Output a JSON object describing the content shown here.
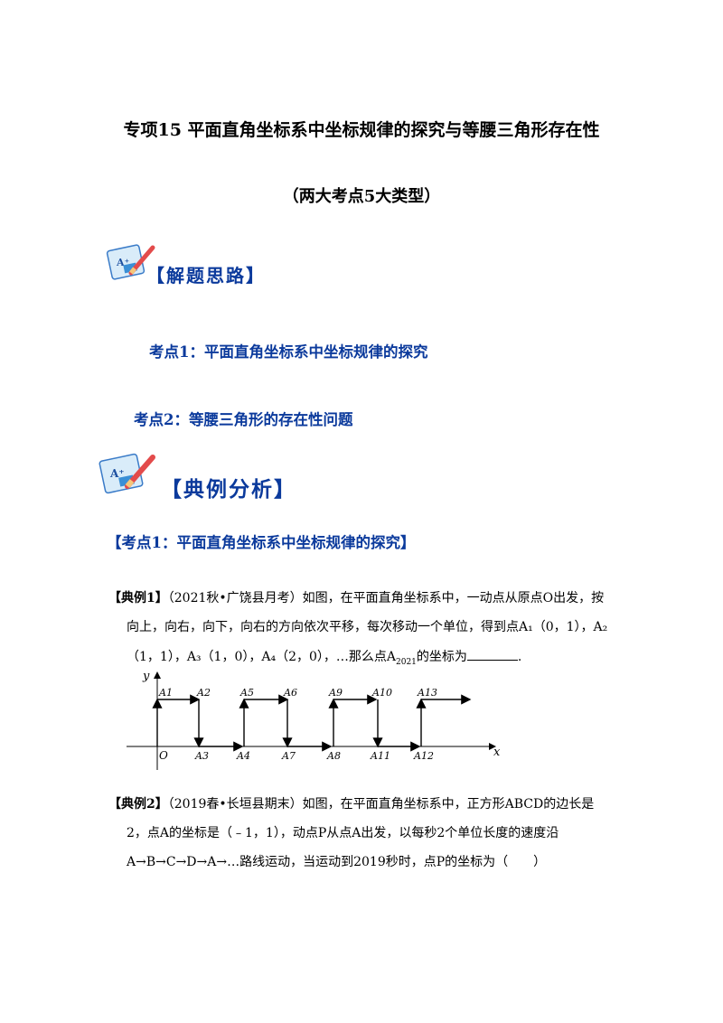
{
  "title_main": "专项15 平面直角坐标系中坐标规律的探究与等腰三角形存在性",
  "title_sub": "（两大考点5大类型）",
  "section1_banner": "【解题思路】",
  "points": [
    "考点1：平面直角坐标系中坐标规律的探究",
    "考点2：等腰三角形的存在性问题"
  ],
  "section2_banner": "【典例分析】",
  "kp1_heading": "【考点1：平面直角坐标系中坐标规律的探究】",
  "ex1": {
    "label": "【典例1】",
    "line1": "（2021秋•广饶县月考）如图，在平面直角坐标系中，一动点从原点O出发，按",
    "line2": "向上，向右，向下，向右的方向依次平移，每次移动一个单位，得到点A₁（0，1），A₂",
    "line3_a": "（1，1），A₃（1，0），A₄（2，0），…那么点A",
    "line3_sub": "2021",
    "line3_b": "的坐标为",
    "line3_end": "."
  },
  "figure": {
    "axis_x": "x",
    "axis_y": "y",
    "origin": "O",
    "top_labels": [
      "A1",
      "A2",
      "A5",
      "A6",
      "A9",
      "A10",
      "A13"
    ],
    "bottom_labels": [
      "A3",
      "A4",
      "A7",
      "A8",
      "A11",
      "A12"
    ]
  },
  "ex2": {
    "label": "【典例2】",
    "line1": "（2019春•长垣县期末）如图，在平面直角坐标系中，正方形ABCD的边长是",
    "line2": "2，点A的坐标是（﹣1，1），动点P从点A出发，以每秒2个单位长度的速度沿",
    "line3": "A→B→C→D→A→…路线运动，当运动到2019秒时，点P的坐标为（　　）"
  }
}
